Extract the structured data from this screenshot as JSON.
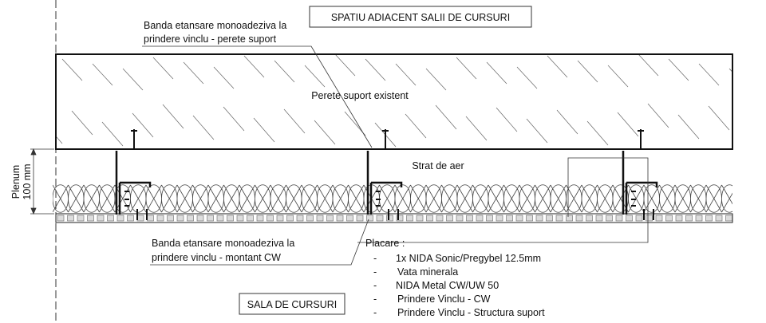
{
  "labels": {
    "adjacent_space": "SPATIU ADIACENT SALII DE CURSURI",
    "classroom": "SALA DE CURSURI",
    "support_wall": "Perete suport existent",
    "air_layer": "Strat de aer",
    "plenum_1": "Plenum",
    "plenum_2": "100 mm",
    "tape_top_1": "Banda etansare monoadeziva la",
    "tape_top_2": "prindere vinclu - perete suport",
    "tape_bottom_1": "Banda etansare monoadeziva la",
    "tape_bottom_2": "prindere vinclu - montant CW"
  },
  "legend": {
    "title": "Placare :",
    "items": [
      "1x NIDA Sonic/Pregybel 12.5mm",
      "Vata minerala",
      "NIDA Metal CW/UW 50",
      "Prindere Vinclu - CW",
      "Prindere Vinclu - Structura suport"
    ]
  }
}
